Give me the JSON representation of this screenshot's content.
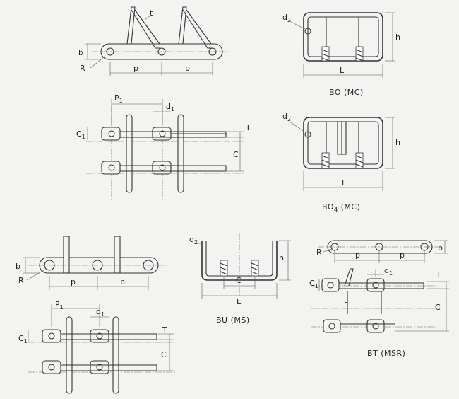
{
  "labels": {
    "b": "b",
    "R": "R",
    "p": "p",
    "t": "t",
    "P1": "P",
    "P1_sub": "1",
    "d1": "d",
    "d1_sub": "1",
    "d2": "d",
    "d2_sub": "2",
    "C1": "C",
    "C1_sub": "1",
    "C": "C",
    "T": "T",
    "h": "h",
    "L": "L"
  },
  "captions": {
    "bo": "BO  (MC)",
    "bo4_main": "BO",
    "bo4_sub": "4",
    "bo4_rest": "  (MC)",
    "bu": "BU  (MS)",
    "bt": "BT  (MSR)"
  }
}
